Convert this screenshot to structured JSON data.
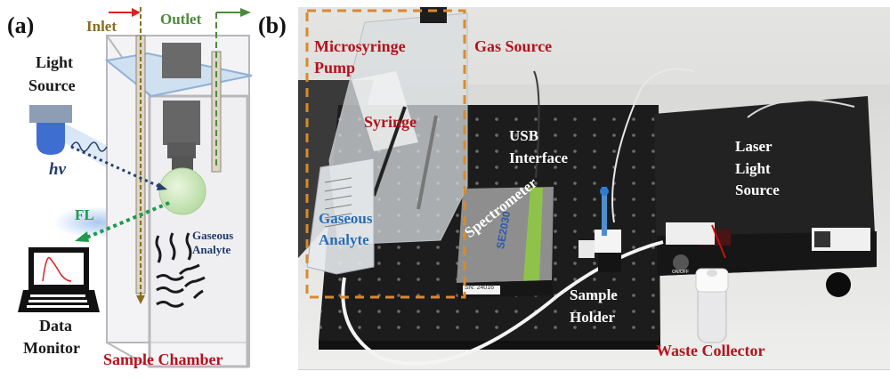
{
  "panel_a": {
    "tag": "(a)",
    "labels": {
      "inlet": "Inlet",
      "outlet": "Outlet",
      "light_source_1": "Light",
      "light_source_2": "Source",
      "hv": "hv",
      "fl": "FL",
      "gaseous_1": "Gaseous",
      "gaseous_2": "Analyte",
      "data_1": "Data",
      "data_2": "Monitor",
      "chamber": "Sample Chamber"
    }
  },
  "panel_b": {
    "tag": "(b)",
    "labels": {
      "micro_1": "Microsyringe",
      "micro_2": "Pump",
      "gas_source": "Gas Source",
      "syringe": "Syringe",
      "usb_1": "USB",
      "usb_2": "Interface",
      "gaseous_1": "Gaseous",
      "gaseous_2": "Analyte",
      "spectrometer": "Spectrometer",
      "laser_1": "Laser",
      "laser_2": "Light",
      "laser_3": "Source",
      "holder_1": "Sample",
      "holder_2": "Holder",
      "waste": "Waste Collector"
    },
    "device_text": {
      "spectrometer_model": "SE2030",
      "serial": "SN: 24016",
      "switch": "ON/OFF"
    }
  },
  "colors": {
    "red_label": "#b5121b",
    "inlet": "#8a6d1f",
    "outlet": "#4d8b3a",
    "fl": "#1d9a4b",
    "dash_box": "#d98a2b"
  }
}
